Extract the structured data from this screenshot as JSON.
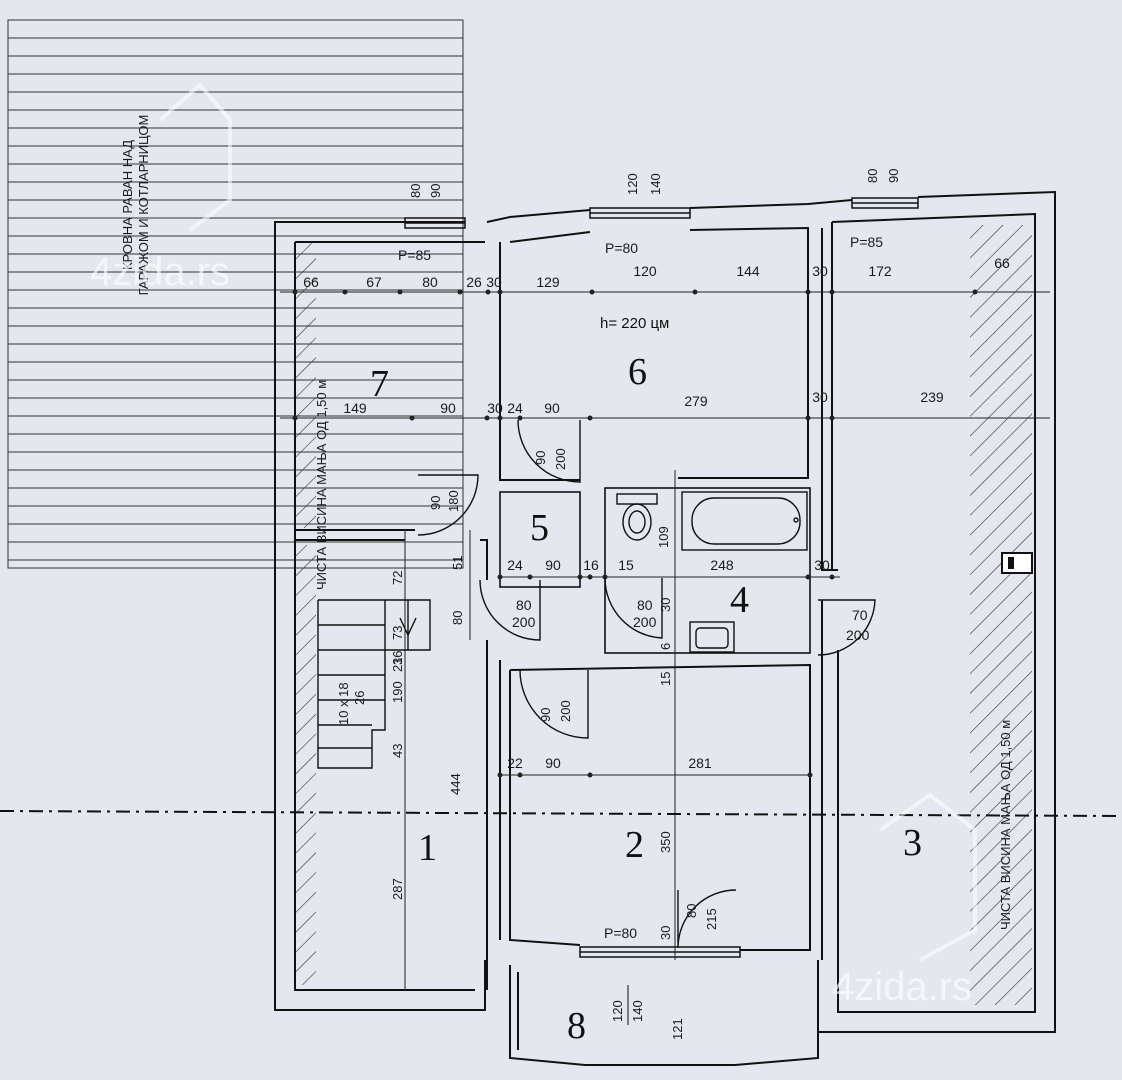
{
  "roof_note": {
    "line1": "КРОВНА РАВАН НАД",
    "line2": "ГАРАЖОМ И КОТЛАРНИЦОМ"
  },
  "rooms": [
    {
      "id": "1",
      "label": "1"
    },
    {
      "id": "2",
      "label": "2"
    },
    {
      "id": "3",
      "label": "3"
    },
    {
      "id": "4",
      "label": "4"
    },
    {
      "id": "5",
      "label": "5"
    },
    {
      "id": "6",
      "label": "6"
    },
    {
      "id": "7",
      "label": "7"
    },
    {
      "id": "8",
      "label": "8"
    }
  ],
  "ceiling_height": "h= 220 цм",
  "clearance_note_left": "ЧИСТА ВИСИНА МАЊА ОД 1,50 м",
  "clearance_note_right": "ЧИСТА ВИСИНА МАЊА ОД 1,50 м",
  "windows": {
    "w7": {
      "top": "80",
      "bottom": "90",
      "p": "P=85"
    },
    "w6": {
      "top": "120",
      "bottom": "140",
      "p": "P=80"
    },
    "w3": {
      "top": "80",
      "bottom": "90",
      "p": "P=85"
    },
    "w2": {
      "top": "",
      "bottom": "",
      "p": "P=80"
    },
    "w8": {
      "top": "120",
      "bottom": "140"
    }
  },
  "dims_top_row": [
    "66",
    "67",
    "80",
    "26",
    "30",
    "129",
    "120",
    "144",
    "30",
    "172",
    "66"
  ],
  "dims_mid_row": [
    "149",
    "90",
    "30",
    "24",
    "90",
    "279",
    "30",
    "239"
  ],
  "dims_bath_row": [
    "24",
    "90",
    "16",
    "15",
    "248",
    "30"
  ],
  "dims_room2_row": [
    "22",
    "90",
    "281"
  ],
  "doors": [
    {
      "id": "d6",
      "w": "90",
      "h": "200"
    },
    {
      "id": "d7",
      "w": "90",
      "h": "180"
    },
    {
      "id": "d5",
      "w": "80",
      "h": "200"
    },
    {
      "id": "d4",
      "w": "80",
      "h": "200"
    },
    {
      "id": "d3",
      "w": "70",
      "h": "200"
    },
    {
      "id": "d2",
      "w": "90",
      "h": "200"
    },
    {
      "id": "d8",
      "w": "80",
      "h": "215"
    }
  ],
  "vertical_dims": {
    "bath_109": "109",
    "hall_72": "72",
    "hall_51": "51",
    "hall_80": "80",
    "stair_73": "73",
    "stair_21": "21",
    "stair_190": "190",
    "stair_36": "36",
    "stair_43": "43",
    "hall_444": "444",
    "room1_287": "287",
    "room2_15": "15",
    "room2_350": "350",
    "room2_30": "30",
    "bath_30": "30",
    "bath_6": "6",
    "balcony_121": "121"
  },
  "stair": {
    "steps": "10 x 18",
    "tread": "26"
  },
  "watermark": {
    "top": "4zida.rs",
    "bottom": "4zida.rs"
  }
}
